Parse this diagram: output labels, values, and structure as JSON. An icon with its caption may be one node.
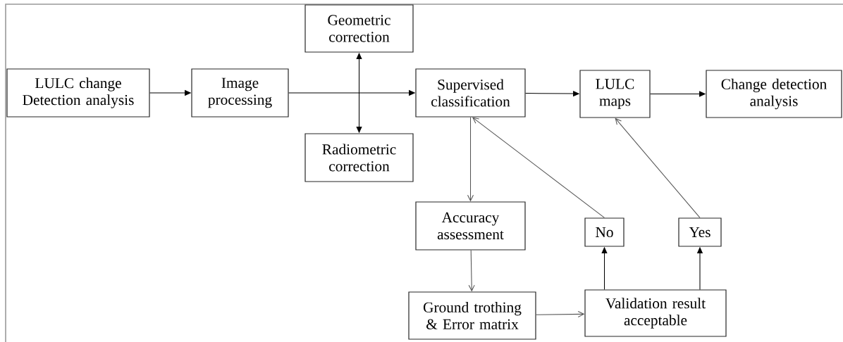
{
  "diagram": {
    "nodes": [
      {
        "text": [
          "LULC change Detection analysis"
        ]
      },
      {
        "text": [
          "Image processing"
        ]
      },
      {
        "text": [
          "Geometric correction"
        ]
      },
      {
        "text": [
          "Supervised classification"
        ]
      },
      {
        "text": [
          "Radiometric correction"
        ]
      },
      {
        "text": [
          "LULC maps"
        ]
      },
      {
        "text": [
          "Change detection analysis"
        ]
      },
      {
        "text": [
          "Accuracy assessment"
        ]
      },
      {
        "text": [
          "No"
        ]
      },
      {
        "text": [
          "Yes"
        ]
      },
      {
        "text": [
          "Ground trothing & Error matrix"
        ]
      },
      {
        "text": [
          "Validation result acceptable"
        ]
      }
    ],
    "edges": [
      {
        "from": 0,
        "to": 1,
        "arrow": "to"
      },
      {
        "from": 1,
        "to": 3,
        "arrow": "to"
      },
      {
        "from": 2,
        "to": 4,
        "arrow": "both"
      },
      {
        "from": 3,
        "to": 5,
        "arrow": "to"
      },
      {
        "from": 5,
        "to": 6,
        "arrow": "to"
      },
      {
        "from": 3,
        "to": 7,
        "arrow": "to",
        "color": "#555555"
      },
      {
        "from": 7,
        "to": 10,
        "arrow": "to",
        "color": "#555555"
      },
      {
        "from": 10,
        "to": 11,
        "arrow": "to",
        "color": "#555555"
      },
      {
        "from": 11,
        "to": 8,
        "arrow": "to"
      },
      {
        "from": 11,
        "to": 9,
        "arrow": "to"
      },
      {
        "from": 8,
        "to": 3,
        "arrow": "to",
        "color": "#555555"
      },
      {
        "from": 9,
        "to": 5,
        "arrow": "to",
        "color": "#555555"
      }
    ]
  }
}
